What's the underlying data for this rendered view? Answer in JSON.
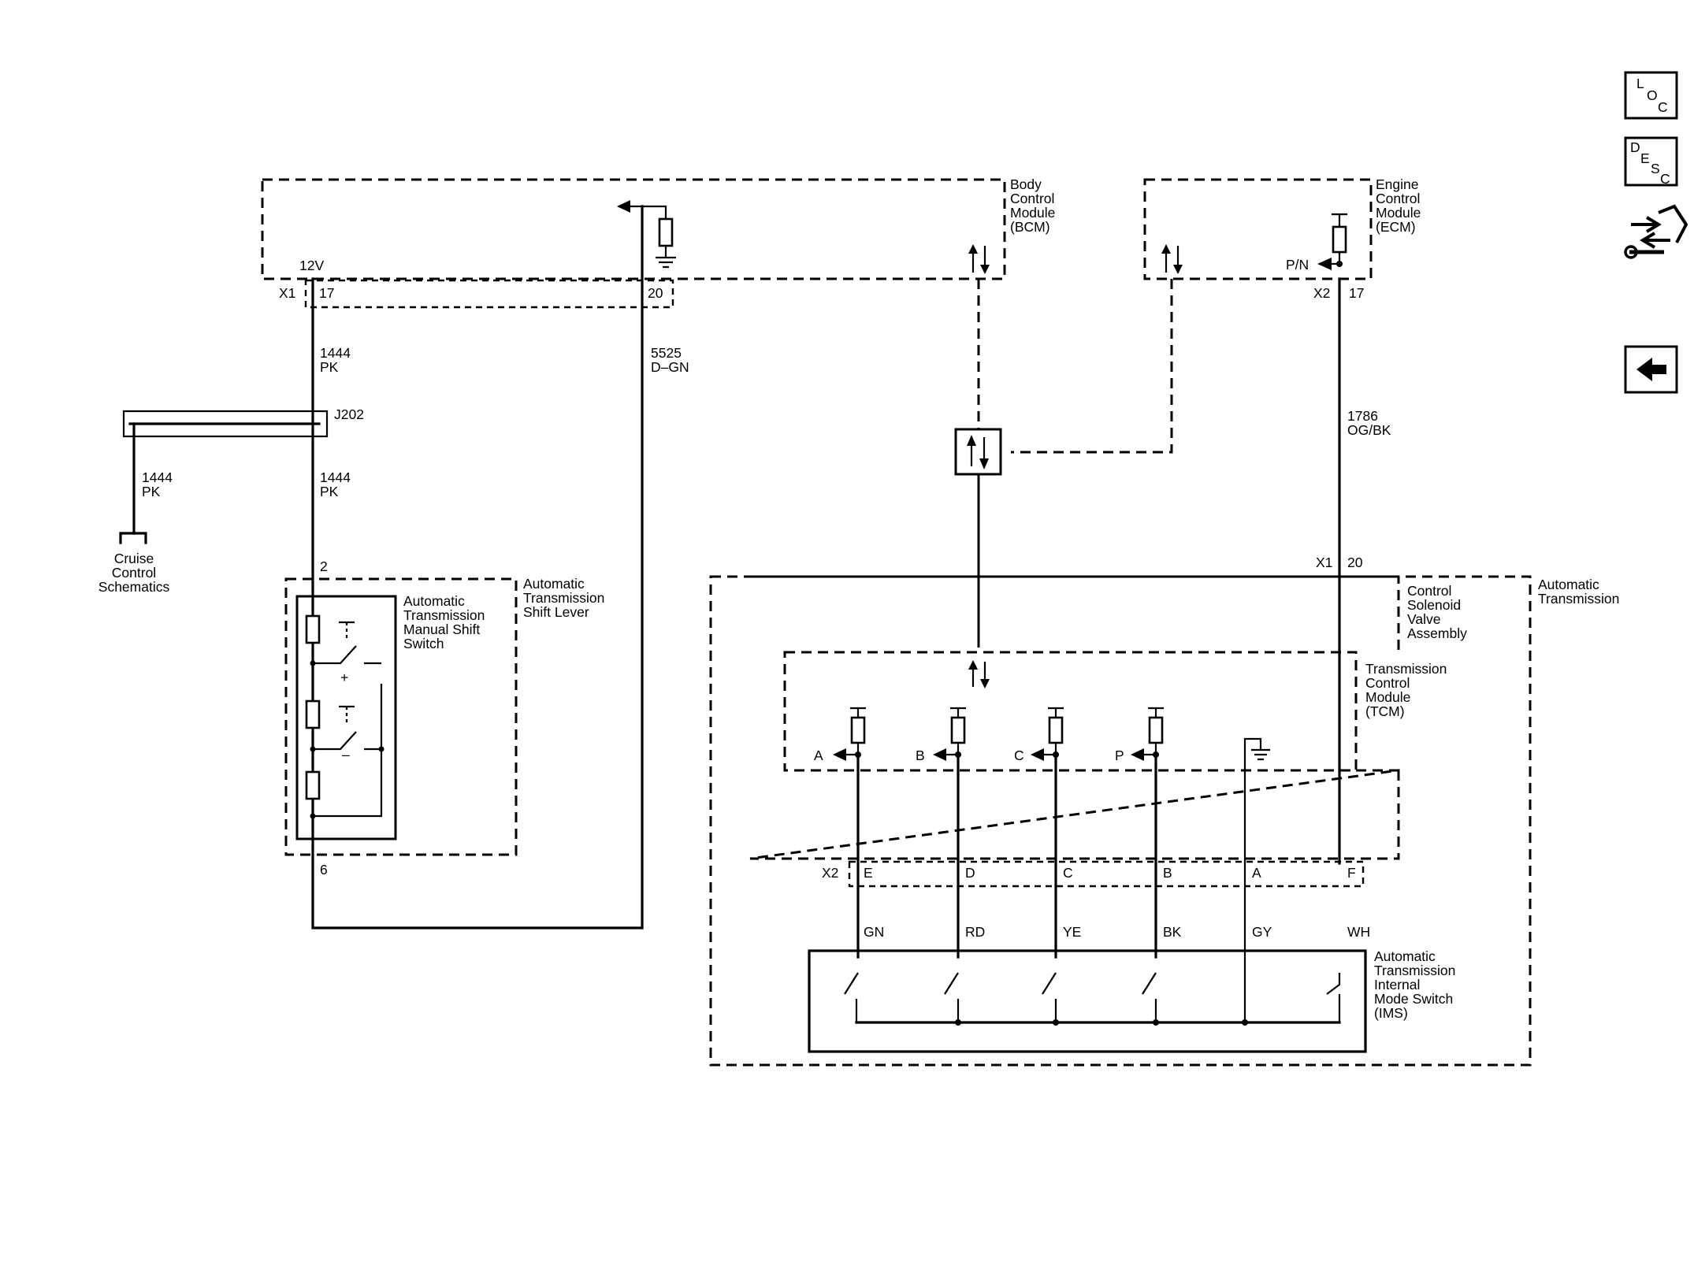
{
  "modules": {
    "bcm": [
      "Body",
      "Control",
      "Module",
      "(BCM)"
    ],
    "ecm": [
      "Engine",
      "Control",
      "Module",
      "(ECM)"
    ],
    "shift_lever": [
      "Automatic",
      "Transmission",
      "Shift Lever"
    ],
    "manual_shift_switch": [
      "Automatic",
      "Transmission",
      "Manual Shift",
      "Switch"
    ],
    "auto_trans": [
      "Automatic",
      "Transmission"
    ],
    "csva": [
      "Control",
      "Solenoid",
      "Valve",
      "Assembly"
    ],
    "tcm": [
      "Transmission",
      "Control",
      "Module",
      "(TCM)"
    ],
    "ims": [
      "Automatic",
      "Transmission",
      "Internal",
      "Mode Switch",
      "(IMS)"
    ],
    "cruise": [
      "Cruise",
      "Control",
      "Schematics"
    ]
  },
  "connectors": {
    "bcm_x1": "X1",
    "bcm_pin17": "17",
    "bcm_pin20": "20",
    "bcm_12v": "12V",
    "ecm_x2": "X2",
    "ecm_pin17": "17",
    "ecm_pn": "P/N",
    "trans_x1": "X1",
    "trans_pin20": "20",
    "trans_x2": "X2",
    "splice": "J202",
    "lever_pin2": "2",
    "lever_pin6": "6",
    "x2_pins": [
      "E",
      "D",
      "C",
      "B",
      "A",
      "F"
    ],
    "tcm_inputs": [
      "A",
      "B",
      "C",
      "P"
    ],
    "switch_plus": "+",
    "switch_minus": "–"
  },
  "wires": {
    "w1444_top": [
      "1444",
      "PK"
    ],
    "w1444_mid": [
      "1444",
      "PK"
    ],
    "w1444_cruise": [
      "1444",
      "PK"
    ],
    "w5525": [
      "5525",
      "D–GN"
    ],
    "w1786": [
      "1786",
      "OG/BK"
    ],
    "colors": [
      "GN",
      "RD",
      "YE",
      "BK",
      "GY",
      "WH"
    ]
  },
  "nav": {
    "loc": [
      "L",
      "O",
      "C"
    ],
    "desc": [
      "D",
      "E",
      "S",
      "C"
    ],
    "icons": [
      "connector-wrench-icon",
      "back-arrow-icon"
    ]
  }
}
